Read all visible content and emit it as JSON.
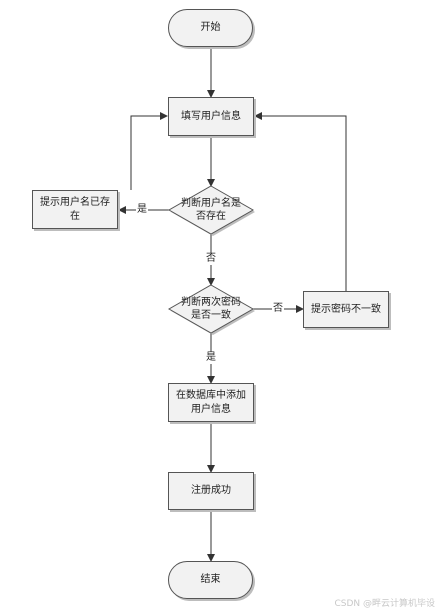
{
  "nodes": {
    "start": "开始",
    "fill_info": "填写用户信息",
    "check_name": "判断用户名是\n否存在",
    "name_exists": "提示用户名已存\n在",
    "check_pwd": "判断两次密码\n是否一致",
    "pwd_mismatch": "提示密码不一致",
    "add_db": "在数据库中添加\n用户信息",
    "register_ok": "注册成功",
    "end": "结束"
  },
  "edge_labels": {
    "name_yes": "是",
    "name_no": "否",
    "pwd_no": "否",
    "pwd_yes": "是"
  },
  "watermark": "CSDN @畔云计算机毕设"
}
